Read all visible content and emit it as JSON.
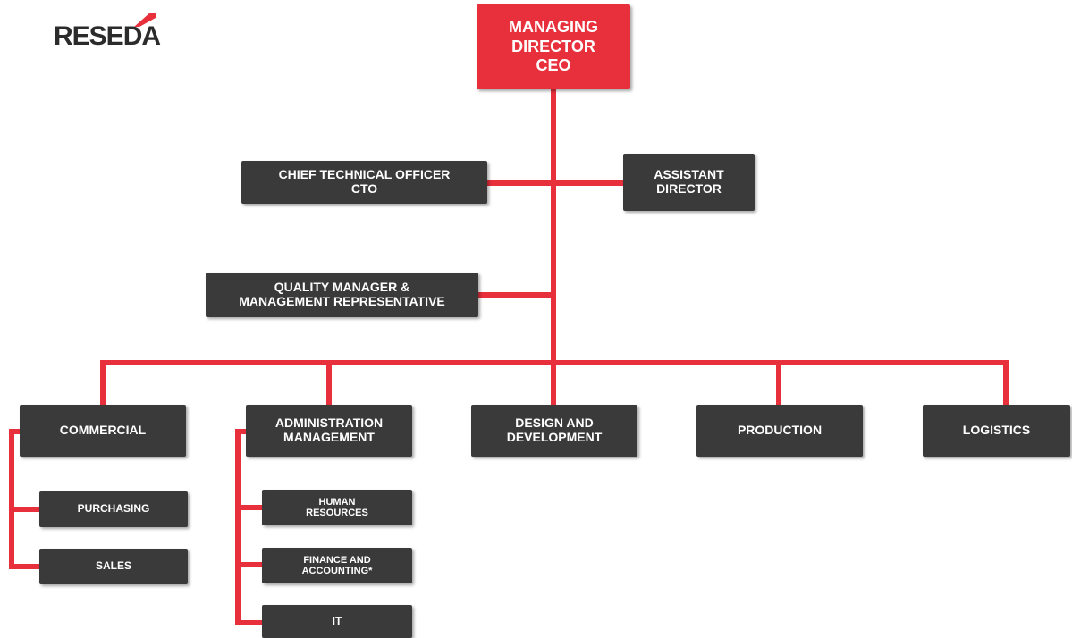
{
  "logo": {
    "text": "RESEDA",
    "brand_color": "#e8303c"
  },
  "colors": {
    "accent": "#e8303c",
    "box_dark": "#3a3a3a",
    "text": "#ffffff"
  },
  "top": {
    "ceo": "MANAGING\nDIRECTOR\nCEO"
  },
  "staff": {
    "cto": "CHIEF TECHNICAL OFFICER\nCTO",
    "assistant": "ASSISTANT\nDIRECTOR",
    "quality": "QUALITY MANAGER &\nMANAGEMENT REPRESENTATIVE"
  },
  "departments": {
    "commercial": "COMMERCIAL",
    "admin": "ADMINISTRATION\nMANAGEMENT",
    "design": "DESIGN AND\nDEVELOPMENT",
    "production": "PRODUCTION",
    "logistics": "LOGISTICS"
  },
  "commercial_units": {
    "purchasing": "PURCHASING",
    "sales": "SALES"
  },
  "admin_units": {
    "hr": "HUMAN\nRESOURCES",
    "finance": "FINANCE AND\nACCOUNTING*",
    "it": "IT"
  }
}
